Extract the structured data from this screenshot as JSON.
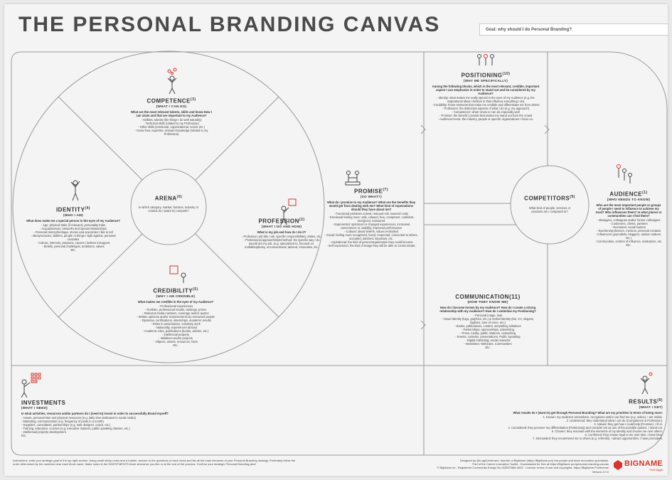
{
  "title": "THE PERSONAL BRANDING CANVAS",
  "goal": "Goal: why should I do Personal Branding?",
  "colors": {
    "accent": "#d9342b",
    "line": "#9a9a9a",
    "text": "#333333",
    "background": "#f4f4f4"
  },
  "competence": {
    "heading": "COMPETENCE",
    "num": "(3)",
    "sub": "(WHAT I CAN DO)",
    "question": "What are the most relevant talents, skills and know-How I can claim and that are important to my Audience?",
    "items": [
      "- Abilities, talents (the things I do well naturally)",
      "- Technical skills (related to my Profession)",
      "- Other skills (emotional, organizational, social, etc.)",
      "- Know-how, expertise, domain knowledge (related to my Profession)"
    ]
  },
  "identity": {
    "heading": "IDENTITY",
    "num": "(4)",
    "sub": "(WHO I AM)",
    "question": "What does make me a special person in the eyes of my Audience?",
    "items": [
      "- Age, physical traits (if relevant), personality traits",
      "- Acquaintances, networks and special relationships",
      "- Personal History/heritage, stories and anecdotes I like to tell",
      "- Idiosyncrasies, dislikes, people or things I fight against, personal crusades",
      "- Culture, interests, passions, causes I believe in/support",
      "- Beliefs, personal challenges, ambitions, values",
      "Etc."
    ]
  },
  "arena": {
    "heading": "ARENA",
    "num": "(6)",
    "text": "In which category, market, function, industry or context do I (want to) compete?"
  },
  "profession": {
    "heading": "PROFESSION",
    "num": "(2)",
    "sub": "(WHAT I DO AND HOW)",
    "question": "What is my job and how do I do it?",
    "items": [
      "- Profession, job title, role, specific responsibilities, duties, etc.",
      "- Professional approach/style/method: the specific way I do (would do) my job, (e.g. specialized to, focused on, multidisciplinary, unconventional, tailored, innovative, etc."
    ]
  },
  "credibility": {
    "heading": "CREDIBILITY",
    "num": "(5)",
    "sub": "(WHY I AM CREDIBLE)",
    "question": "What makes me credible in the eyes of my Audience?",
    "items": [
      "- Professional experiences",
      "- Portfolio, professional results, rankings, prizes",
      "- Relevant media numbers, coverage and/or quotes",
      "- Written opinions and/or endorsements by renowned people",
      "- Diplomas, certifications, internships, academic results",
      "- Roles in associations, voluntary work",
      "- Nationality, experiences abroad",
      "- Academic roles, publications (books, articles, etc.)",
      "- Intellectual property",
      "- Initiatives and/or projects",
      "- Objects, assets, resources, facts",
      "Etc."
    ]
  },
  "promise": {
    "heading": "PROMISE",
    "num": "(7)",
    "sub": "(SO WHAT?)",
    "question": "What do I promise to my Audience? What are the benefits they would get from dealing with me? What kind of expectations should they have about me?",
    "items": [
      "- Functional problems solved, reduced risk, lowered costs",
      "- Emotional feeling more: safe, relaxed, free, competent, confident, energized, reassured",
      "- Experiential: optimized or changed experiences, increased convenience or usability, improved performance",
      "- Cultural: ideas/ beliefs, values embodied",
      "- Social: feeling more recognized, loved, respected, connected to others, accepted, admired, important, etc.",
      "- Aspirational: the kind of person/organization they could become",
      "- Self expression: the kind of image they will be able to communicate."
    ]
  },
  "positioning": {
    "heading": "POSITIONING",
    "num": "(10)",
    "sub": "(WHY ME SPECIFICALLY)",
    "question": "Among the following blocks, which is the most relevant, credible, important aspect I can emphasize in order to stand out and be considered by my Audience?",
    "items": [
      "- Identity: what makes me really special in the eyes of my Audience (e.g. the inspirational ideas I believe in that influence everything I do)",
      "- Credibility: those elements that make me credible and differentiate me from others",
      "- Profession: the distinctive aspects of what I do (e.g. my approach)",
      "- Competence: what I know or can do especially well",
      "- Promise: the benefit I provide that makes me stand out from the crowd",
      "- Audience/Arena: the industry, people or specific organizations I focus on."
    ]
  },
  "competitors": {
    "heading": "COMPETITORS",
    "num": "(9)",
    "text": "What kind of people, services or products am I compared to?"
  },
  "audience": {
    "heading": "AUDIENCE",
    "num": "(1)",
    "sub": "(WHO NEEDS TO KNOW)",
    "question": "Who are the most important people or groups of people I need to influence to achieve my Goal? Who influences them? In what places or communities can I find them?",
    "items": [
      "- Managers, colleagues and/or former colleagues",
      "- Customers, clients, partners",
      "- Recruiters, Head-hunters",
      "- Teachers/professors, mentors, personal contacts",
      "- Influencers (journalists, bloggers, opinion makers, etc.)",
      "- Communities, centres of influence, institutions, etc.",
      "Etc."
    ]
  },
  "communication": {
    "heading": "COMMUNICATION(11)",
    "sub": "(HOW THEY KNOW ME)",
    "question": "How do I become known by my Audience? How do I create a strong relationship with my Audience? How do I underline my Positioning?",
    "items": [
      "- Personal image, look",
      "- Visual Identity (logo, graphics, etc.) & Verbal Identity (bio, CV, slogans, taglines, tone of voice, etc.)",
      "- Books, publications, content, storytelling initiatives",
      "- Partnerships, sponsorships, advertising",
      "- Press, media, public relations, networking",
      "- Events, contests, presentations, Public Speaking",
      "- Digital marketing, social networks",
      "- Newsletter, Webinars, Communities",
      "Etc."
    ]
  },
  "investments": {
    "heading": "INVESTMENTS",
    "sub": "(WHAT I NEED)",
    "question": "In what activities, resources and/or partners do I (need to) invest in order to successfully Brand myself?",
    "items": [
      "- Assets, personal time and physical resources (e.g. daily time dedicated to social media)",
      "- Marketing, communication (e.g. frequency of posts in a month)",
      "- Suppliers, consultants, partnerships (e.g. web designer, coach, etc.)",
      "- Training, education, courses (e.g. executive masters, public speaking classes, etc.)",
      "- Intellectual property development",
      "Etc."
    ]
  },
  "results": {
    "heading": "RESULTS",
    "num": "(8)",
    "sub": "(WHAT I GET)",
    "question": "What results do I (want to) get through Personal Branding? What are my priorities in terms of being more:",
    "items": [
      "1. Known: my Audience remembers, recognizes and/or can find me (e.g. online). I am visible.",
      "2. Understood: they understand what I can do (Competence & Profession).",
      "3. Valued: they get how I could help (Promise). I fit in.",
      "4. Considered: they perceive my differentiation (Positioning) and consider me as one of the possible options. I stand out.",
      "5. Chosen: they resonate with the elements of my Identity and choose me over others.",
      "6. Confirmed: they remain loyal to me over time. I have fans.",
      "7. Demanded: they recommend me to others (e.g. referrals). I attract opportunities. I have promoters."
    ]
  },
  "footer": {
    "instructions": "Instructions: write your strategic goal in the top right section. Using small sticky notes and a marker, answer to the questions of each block and list all the main elements of your Personal Branding strategy. Preferably follow the order determined by the numbers near each block name. Make notes in the INVESTMENTS block whenever you like or at the end of the process. It will be your strategic Personal Branding plan!",
    "credits_1": "Designed by @LuigiCentenaro, founder of BigName (https://BigName.pro) the people and team innovation specialists.",
    "credits_2": "Part of the Career Innovation Toolkit - Downloaded for free at https://BigName.pro/personal-branding-canvas",
    "credits_3": "© BigName srl - Registered Community Design No 003057866-0002 - License, terms of use and copyrights: https://BigName.Pro/license",
    "version": "Version 2.0.0",
    "brand": "BIGNAME",
    "brand_tag": "Think Bigger"
  }
}
